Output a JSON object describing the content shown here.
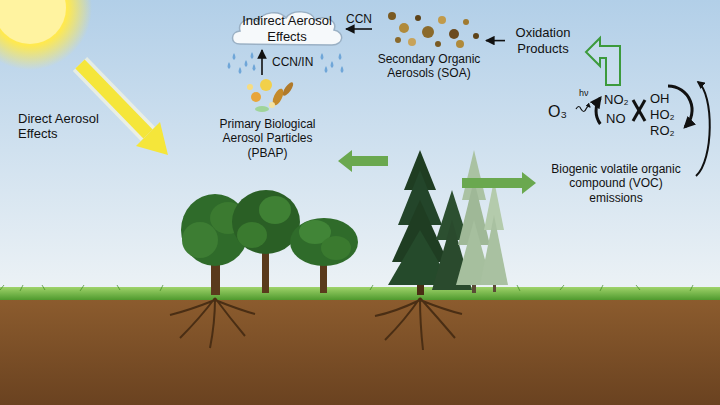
{
  "diagram": {
    "nodes": [
      {
        "text": [
          "Indirect Aerosol Effects"
        ]
      },
      {
        "text": [
          "Secondary Organic Aerosols (SOA)"
        ]
      },
      {
        "text": [
          "Oxidation Products"
        ]
      },
      {
        "text": [
          "Primary Biological Aerosol Particles (PBAP)"
        ]
      },
      {
        "text": [
          "Biogenic volatile organic compound (VOC) emissions"
        ]
      }
    ],
    "edges": [
      {
        "from": 1,
        "to": 0,
        "label": "CCN",
        "arrow": "to"
      },
      {
        "from": 2,
        "to": 1,
        "arrow": "to"
      },
      {
        "from": 3,
        "to": 0,
        "label": "CCN/IN",
        "arrow": "to"
      }
    ],
    "labels": [
      "Direct Aerosol Effects",
      "O₃",
      "hν",
      "NO₂",
      "NO",
      "OH",
      "HO₂",
      "RO₂"
    ]
  }
}
